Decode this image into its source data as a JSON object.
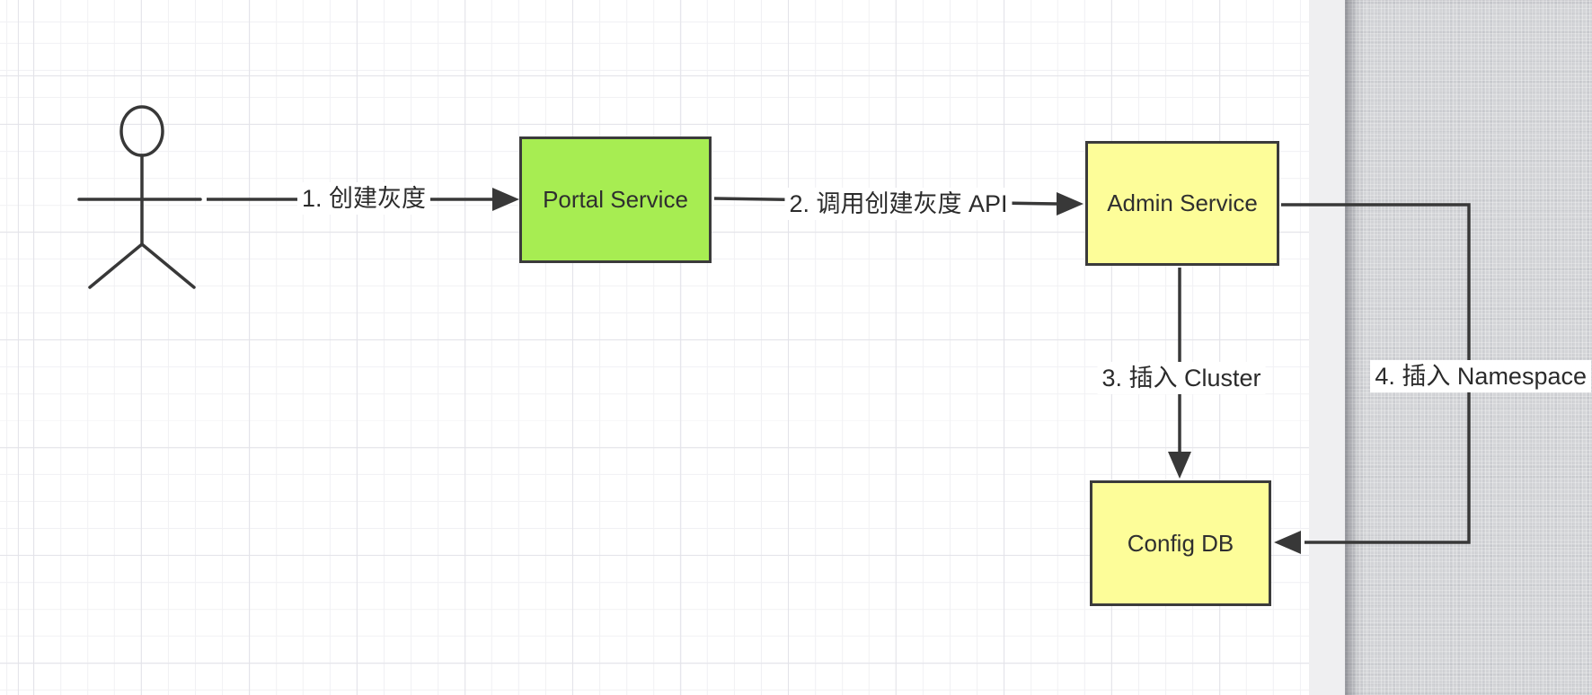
{
  "diagram": {
    "actor": {
      "type": "stick-figure-user"
    },
    "nodes": [
      {
        "label": "Portal Service",
        "fill": "#a7ed52"
      },
      {
        "label": "Admin Service",
        "fill": "#fdfd99"
      },
      {
        "label": "Config DB",
        "fill": "#fdfd99"
      }
    ],
    "edges": [
      {
        "label": "1. 创建灰度",
        "from": "user",
        "to": "Portal Service"
      },
      {
        "label": "2. 调用创建灰度 API",
        "from": "Portal Service",
        "to": "Admin Service"
      },
      {
        "label": "3. 插入 Cluster",
        "from": "Admin Service",
        "to": "Config DB"
      },
      {
        "label": "4. 插入 Namespace",
        "from": "Admin Service",
        "to": "Config DB"
      }
    ],
    "colors": {
      "stroke": "#383838",
      "node_border": "#3b3b3b",
      "canvas_bg": "#ffffff",
      "grid_minor": "#f1f1f4",
      "grid_major": "#e3e3e9",
      "edge_strip": "#efeff1",
      "outside_bg": "#d3d4d7",
      "label_bg": "#ffffff"
    }
  }
}
